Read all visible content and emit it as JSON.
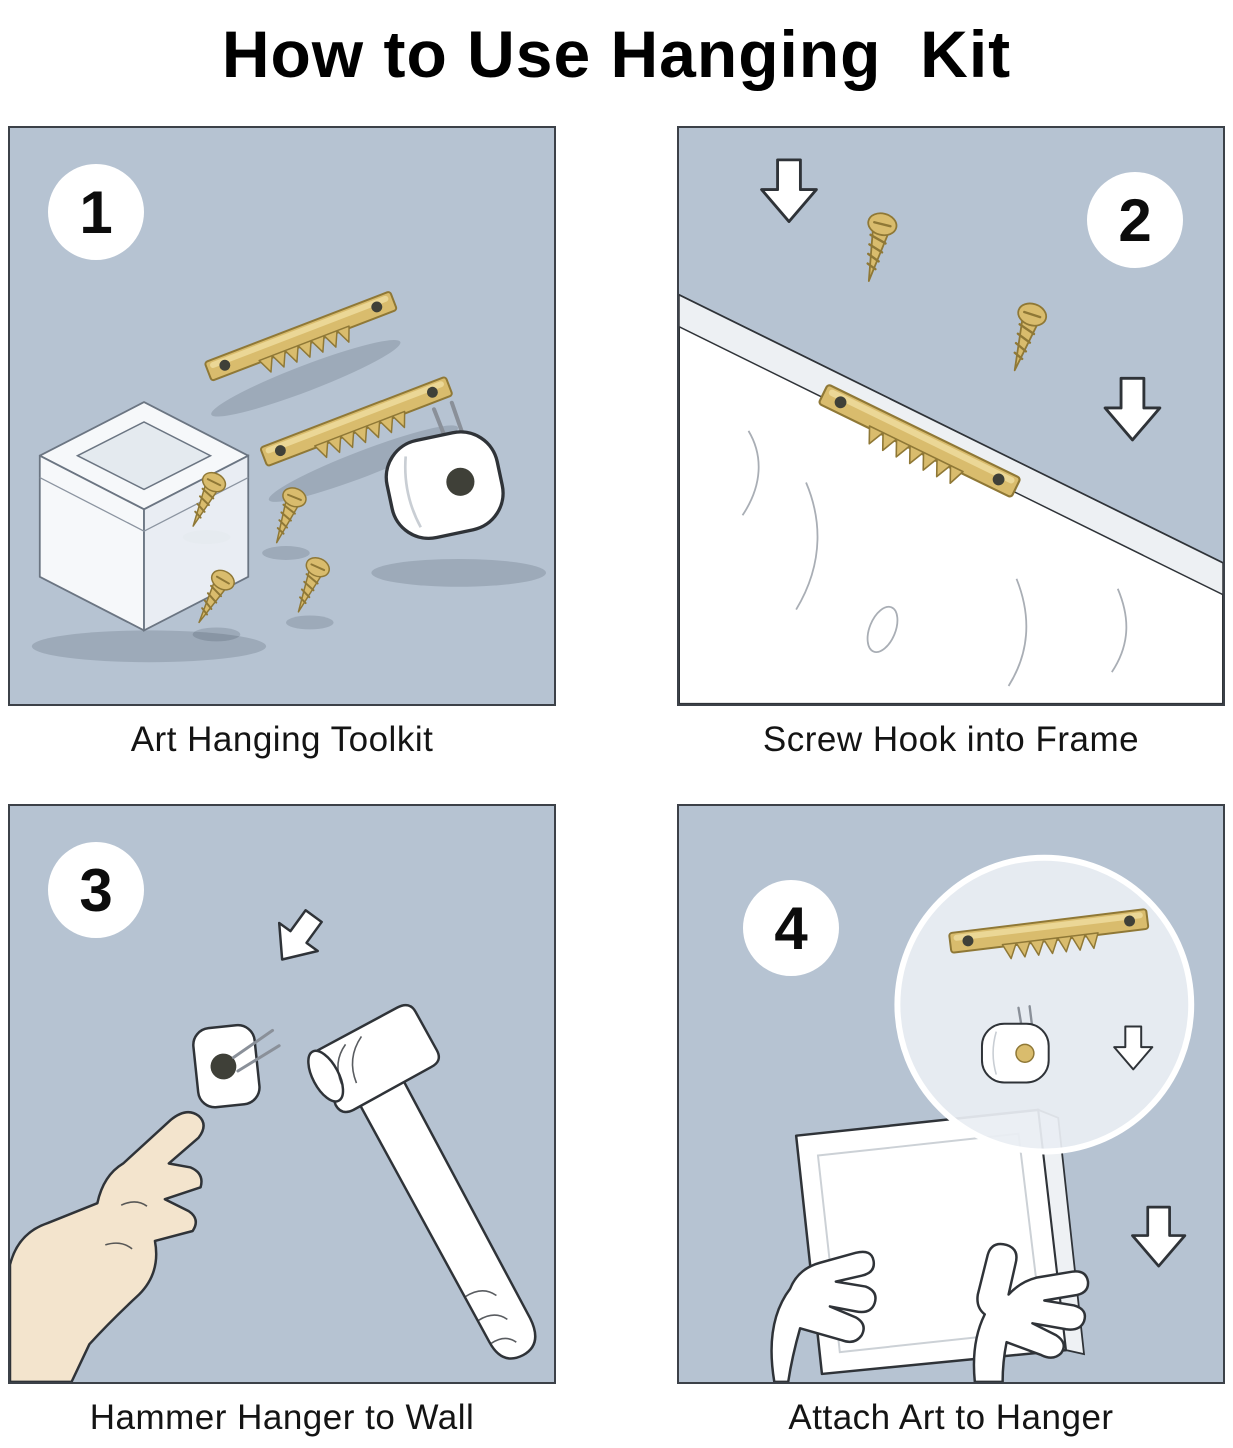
{
  "title": "How to Use Hanging  Kit",
  "panels": [
    {
      "number": "1",
      "caption": "Art Hanging Toolkit"
    },
    {
      "number": "2",
      "caption": "Screw Hook into Frame"
    },
    {
      "number": "3",
      "caption": "Hammer Hanger to Wall"
    },
    {
      "number": "4",
      "caption": "Attach Art to Hanger"
    }
  ],
  "colors": {
    "page_bg": "#ffffff",
    "panel_bg": "#b6c3d2",
    "panel_border": "#3c4148",
    "ink": "#2f3338",
    "paper": "#ffffff",
    "brass": "#d9bc6d",
    "brass_dark": "#8f7836",
    "brass_light": "#f0e0a4",
    "skin": "#f3e4cd",
    "shadow": "#1e2a3629",
    "text": "#141414",
    "magnifier_bg": "#e9eef3"
  }
}
